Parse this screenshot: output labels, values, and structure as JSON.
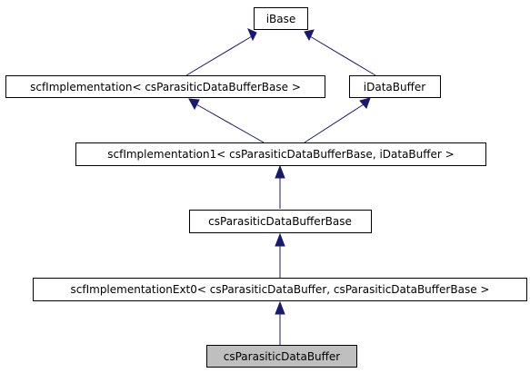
{
  "diagram": {
    "nodes": {
      "ibase": "iBase",
      "scf_impl": "scfImplementation< csParasiticDataBufferBase >",
      "idatabuffer": "iDataBuffer",
      "scf_impl1": "scfImplementation1< csParasiticDataBufferBase, iDataBuffer >",
      "base": "csParasiticDataBufferBase",
      "scf_ext0": "scfImplementationExt0< csParasiticDataBuffer, csParasiticDataBufferBase >",
      "buffer": "csParasiticDataBuffer"
    },
    "edges": [
      {
        "from": "scf_impl",
        "to": "ibase"
      },
      {
        "from": "idatabuffer",
        "to": "ibase"
      },
      {
        "from": "scf_impl1",
        "to": "scf_impl"
      },
      {
        "from": "scf_impl1",
        "to": "idatabuffer"
      },
      {
        "from": "base",
        "to": "scf_impl1"
      },
      {
        "from": "scf_ext0",
        "to": "base"
      },
      {
        "from": "buffer",
        "to": "scf_ext0"
      }
    ],
    "highlighted_node": "buffer",
    "colors": {
      "edge": "#191970",
      "node_border": "#000000",
      "node_fill": "#ffffff",
      "highlight_fill": "#bfbfbf"
    }
  }
}
